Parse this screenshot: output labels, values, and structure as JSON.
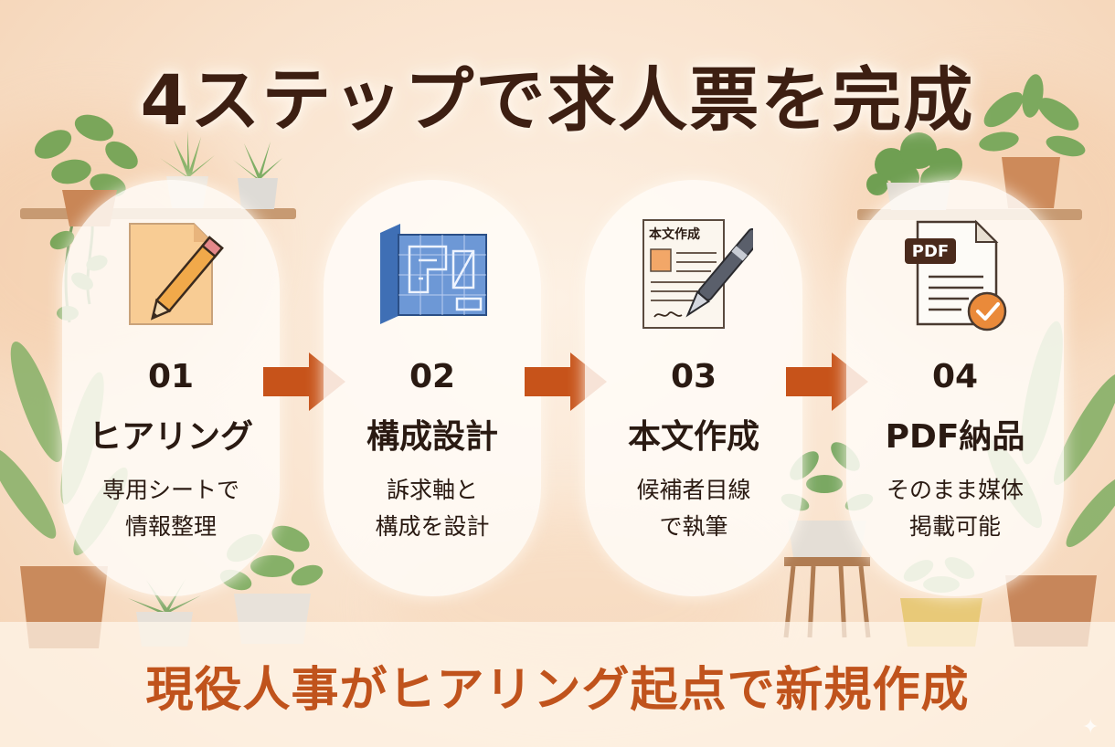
{
  "title": "4ステップで求人票を完成",
  "steps": [
    {
      "num": "01",
      "name": "ヒアリング",
      "desc1": "専用シートで",
      "desc2": "情報整理",
      "icon": "pencil-paper-icon"
    },
    {
      "num": "02",
      "name": "構成設計",
      "desc1": "訴求軸と",
      "desc2": "構成を設計",
      "icon": "blueprint-icon"
    },
    {
      "num": "03",
      "name": "本文作成",
      "desc1": "候補者目線",
      "desc2": "で執筆",
      "icon": "document-pen-icon",
      "doc_label": "本文作成"
    },
    {
      "num": "04",
      "name": "PDF納品",
      "desc1": "そのまま媒体",
      "desc2": "掲載可能",
      "icon": "pdf-check-icon",
      "pdf_label": "PDF"
    }
  ],
  "tagline": "現役人事がヒアリング起点で新規作成",
  "colors": {
    "accent": "#c0531c",
    "title_text": "#3d1f12",
    "background": "#f9e2cc"
  }
}
